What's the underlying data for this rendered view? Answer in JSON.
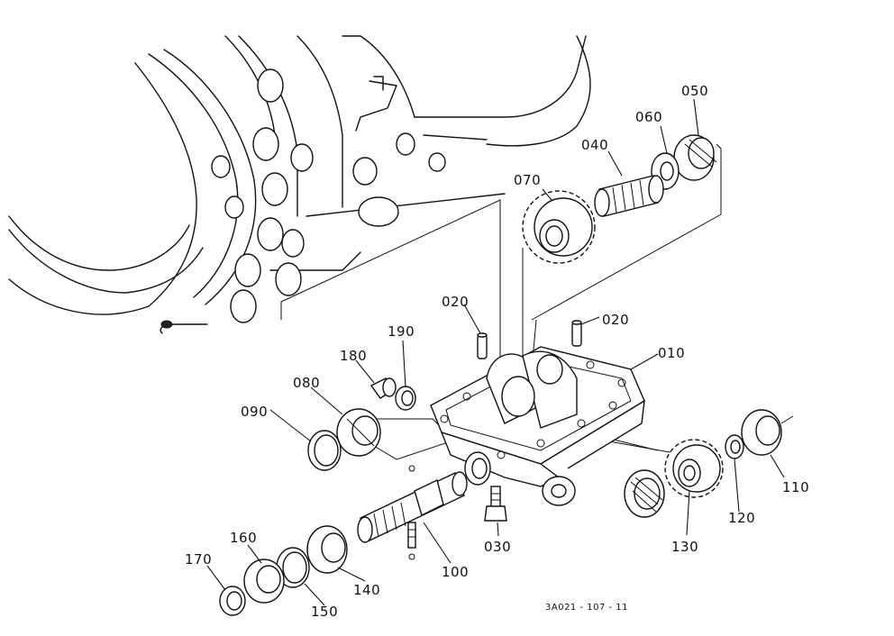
{
  "drawing_code": "3A021 - 107 - 11",
  "parts": {
    "p010": "010",
    "p020a": "020",
    "p020b": "020",
    "p030": "030",
    "p040": "040",
    "p050": "050",
    "p060": "060",
    "p070": "070",
    "p080": "080",
    "p090": "090",
    "p100": "100",
    "p110": "110",
    "p120": "120",
    "p130": "130",
    "p140": "140",
    "p150": "150",
    "p160": "160",
    "p170": "170",
    "p180": "180",
    "p190": "190"
  }
}
